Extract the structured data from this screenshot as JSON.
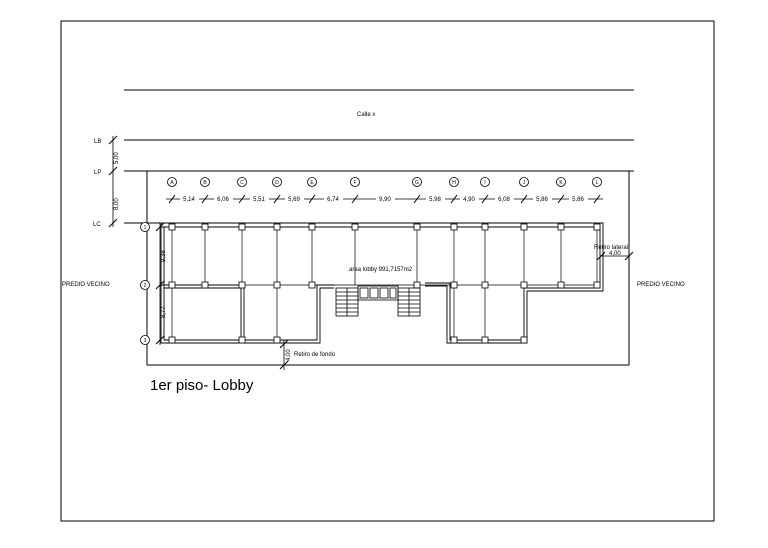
{
  "drawing": {
    "title": "1er piso- Lobby",
    "street": "Calle x",
    "neighbor_left": "PREDIO VECINO",
    "neighbor_right": "PREDIO VECINO",
    "lobby_area": "area lobby 991,7157m2",
    "lines": {
      "lb": "LB",
      "lp": "LP",
      "lc": "LC"
    },
    "setbacks": {
      "front_1": "5,00",
      "front_2": "8,00",
      "side_label": "Retiro lateral",
      "side_value": "4,00",
      "rear_label": "Retiro de fondo",
      "rear_value": "4,00"
    },
    "column_axes": [
      "A",
      "B",
      "C",
      "D",
      "E",
      "F",
      "G",
      "H",
      "I",
      "J",
      "K",
      "L"
    ],
    "column_spans": [
      "5,14",
      "6,06",
      "5,51",
      "5,69",
      "6,74",
      "9,90",
      "5,98",
      "4,90",
      "6,08",
      "5,86",
      "5,86"
    ],
    "row_axes": [
      "1",
      "2",
      "3"
    ],
    "row_spans": [
      "9,38",
      "8,77"
    ]
  }
}
